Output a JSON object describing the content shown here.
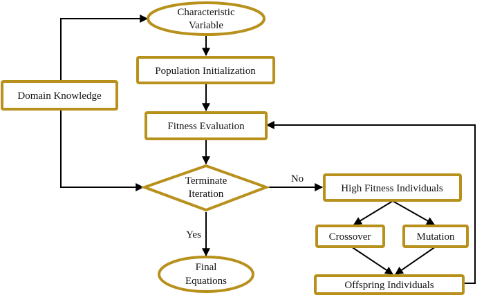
{
  "colors": {
    "box_border": "#b8901c",
    "box_fill": "#ffffff",
    "arrow": "#000000",
    "text": "#111111"
  },
  "nodes": {
    "characteristic_variable": {
      "line1": "Characteristic",
      "line2": "Variable",
      "shape": "ellipse"
    },
    "population_initialization": {
      "label": "Population Initialization",
      "shape": "rectangle"
    },
    "domain_knowledge": {
      "label": "Domain Knowledge",
      "shape": "rectangle"
    },
    "fitness_evaluation": {
      "label": "Fitness Evaluation",
      "shape": "rectangle"
    },
    "terminate_iteration": {
      "line1": "Terminate",
      "line2": "Iteration",
      "shape": "diamond"
    },
    "high_fitness_individuals": {
      "label": "High Fitness Individuals",
      "shape": "rectangle"
    },
    "crossover": {
      "label": "Crossover",
      "shape": "rectangle"
    },
    "mutation": {
      "label": "Mutation",
      "shape": "rectangle"
    },
    "offspring_individuals": {
      "label": "Offspring Individuals",
      "shape": "rectangle"
    },
    "final_equations": {
      "line1": "Final",
      "line2": "Equations",
      "shape": "ellipse"
    }
  },
  "edge_labels": {
    "no": "No",
    "yes": "Yes"
  }
}
